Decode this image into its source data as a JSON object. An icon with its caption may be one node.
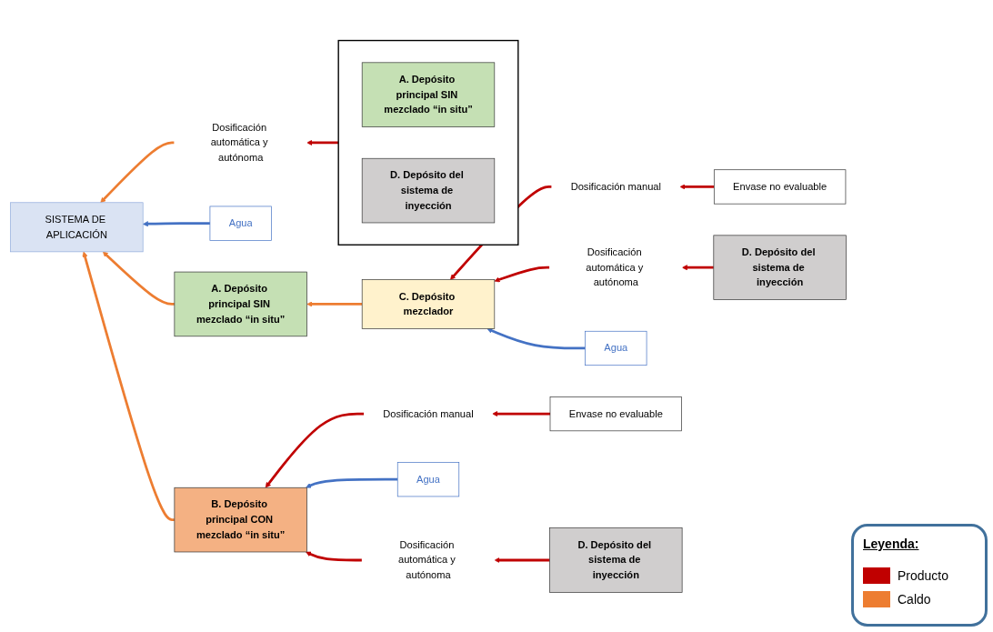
{
  "diagram": {
    "nodes": [
      {
        "text": [
          "SISTEMA DE APLICACIÓN"
        ]
      },
      {
        "text": [
          "Agua"
        ]
      },
      {
        "text": [
          "Dosificación automática y autónoma"
        ]
      },
      {
        "text": [],
        "shape": "box"
      },
      {
        "text": [
          "A. Depósito principal SIN mezclado “in situ”"
        ],
        "in": 3
      },
      {
        "text": [
          "D. Depósito del sistema de inyección"
        ],
        "in": 3
      },
      {
        "text": [
          "A. Depósito principal SIN mezclado “in situ”"
        ]
      },
      {
        "text": [
          "B. Depósito principal CON mezclado “in situ”"
        ]
      },
      {
        "text": [
          "Dosificación manual"
        ]
      },
      {
        "text": [
          "Envase no evaluable"
        ]
      },
      {
        "text": [
          "Agua"
        ]
      },
      {
        "text": [
          "Dosificación automática y autónoma"
        ]
      },
      {
        "text": [
          "D. Depósito del sistema de inyección"
        ]
      },
      {
        "text": [
          "C. Depósito mezclador"
        ]
      },
      {
        "text": [
          "Dosificación manual"
        ]
      },
      {
        "text": [
          "Envase no evaluable"
        ]
      },
      {
        "text": [
          "Agua"
        ]
      },
      {
        "text": [
          "Dosificación automática y autónoma"
        ]
      },
      {
        "text": [
          "D. Depósito del sistema de inyección"
        ]
      }
    ],
    "edges": [
      {
        "from": 3,
        "to": 2,
        "arrow": "to"
      },
      {
        "from": 2,
        "to": 0,
        "arrow": "to",
        "color": "#ed7d31"
      },
      {
        "from": 1,
        "to": 0,
        "arrow": "to",
        "color": "#4472c4"
      },
      {
        "from": 6,
        "to": 0,
        "arrow": "to",
        "color": "#ed7d31"
      },
      {
        "from": 7,
        "to": 0,
        "arrow": "to",
        "color": "#ed7d31"
      },
      {
        "from": 9,
        "to": 8,
        "arrow": "to"
      },
      {
        "from": 8,
        "to": 7,
        "arrow": "to"
      },
      {
        "from": 10,
        "to": 7,
        "arrow": "to",
        "color": "#4472c4"
      },
      {
        "from": 12,
        "to": 11,
        "arrow": "to"
      },
      {
        "from": 11,
        "to": 7,
        "arrow": "to"
      },
      {
        "from": 13,
        "to": 6,
        "arrow": "to",
        "color": "#ed7d31"
      },
      {
        "from": 15,
        "to": 14,
        "arrow": "to"
      },
      {
        "from": 14,
        "to": 13,
        "arrow": "to"
      },
      {
        "from": 18,
        "to": 17,
        "arrow": "to"
      },
      {
        "from": 17,
        "to": 13,
        "arrow": "to"
      },
      {
        "from": 16,
        "to": 13,
        "arrow": "to",
        "color": "#4472c4"
      }
    ],
    "labels": [
      "Leyenda:"
    ],
    "legend": [
      {
        "text": "Producto",
        "color": "#c00000"
      },
      {
        "text": "Caldo",
        "color": "#ed7d31"
      }
    ]
  }
}
